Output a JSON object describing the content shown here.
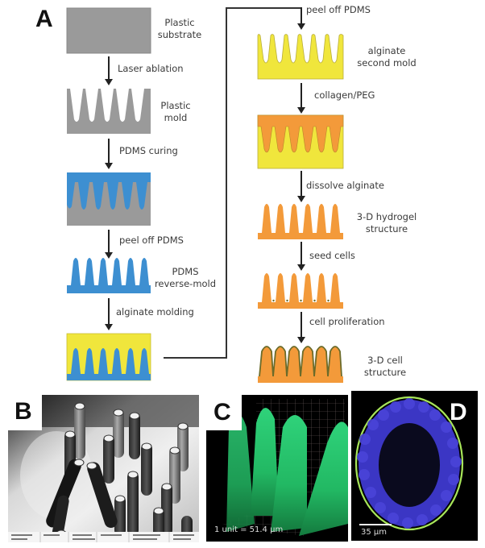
{
  "figure": {
    "panel_labels": {
      "a": "A",
      "b": "B",
      "c": "C",
      "d": "D"
    },
    "colors": {
      "plastic": "#9a9a9a",
      "pdms": "#3d8fd1",
      "alginate": "#f0e63c",
      "hydrogel": "#f39a3a",
      "cell_layer": "#6b6b2a",
      "connector": "#333333"
    },
    "left_column": {
      "steps": [
        {
          "name": "plastic-substrate",
          "label_line1": "Plastic",
          "label_line2": "substrate"
        },
        {
          "name": "plastic-mold",
          "label_line1": "Plastic",
          "label_line2": "mold"
        },
        {
          "name": "pdms-cured",
          "label_line1": "",
          "label_line2": ""
        },
        {
          "name": "pdms-reverse-mold",
          "label_line1": "PDMS",
          "label_line2": "reverse-mold"
        },
        {
          "name": "alginate-molded",
          "label_line1": "",
          "label_line2": ""
        }
      ],
      "arrows": [
        {
          "label": "Laser ablation"
        },
        {
          "label": "PDMS curing"
        },
        {
          "label": "peel off PDMS"
        },
        {
          "label": "alginate molding"
        }
      ]
    },
    "right_column": {
      "steps": [
        {
          "name": "alginate-second-mold",
          "label_line1": "alginate",
          "label_line2": "second mold"
        },
        {
          "name": "collagen-filled",
          "label_line1": "",
          "label_line2": ""
        },
        {
          "name": "hydrogel-structure",
          "label_line1": "3-D hydrogel",
          "label_line2": "structure"
        },
        {
          "name": "seeded-structure",
          "label_line1": "",
          "label_line2": ""
        },
        {
          "name": "cell-structure",
          "label_line1": "3-D cell",
          "label_line2": "structure"
        }
      ],
      "arrows": [
        {
          "label": "peel off PDMS"
        },
        {
          "label": "collagen/PEG"
        },
        {
          "label": "dissolve alginate"
        },
        {
          "label": "seed cells"
        },
        {
          "label": "cell proliferation"
        }
      ]
    },
    "panel_b": {
      "description": "SEM micrograph of micropillar array"
    },
    "panel_c": {
      "scale_caption": "1 unit = 51.4 µm"
    },
    "panel_d": {
      "scale_caption": "35 µm"
    }
  }
}
